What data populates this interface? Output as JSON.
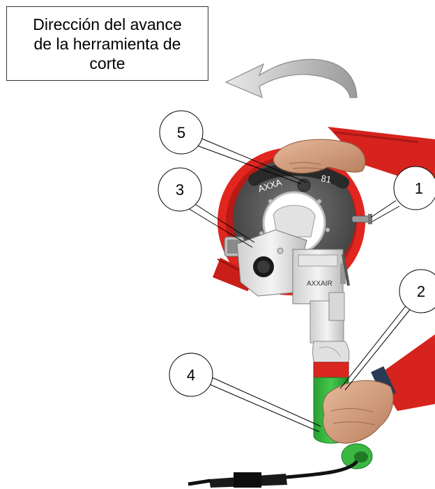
{
  "caption": {
    "text": "Dirección del avance\nde la herramienta de\ncorte"
  },
  "callouts": [
    {
      "id": "callout-1",
      "number": "1"
    },
    {
      "id": "callout-2",
      "number": "2"
    },
    {
      "id": "callout-3",
      "number": "3"
    },
    {
      "id": "callout-4",
      "number": "4"
    },
    {
      "id": "callout-5",
      "number": "5"
    }
  ],
  "machine": {
    "ring_label": "AXXA",
    "model_label": "81",
    "motor_label": "AXXAIR"
  },
  "colors": {
    "ring_red": "#e0261f",
    "ring_plate": "#5a5a5a",
    "handle_green": "#2fb53a",
    "handle_red": "#d9271f",
    "sleeve_red": "#d6231d",
    "skin": "#d9a484",
    "arrow_gray": "#bdbdbd"
  }
}
